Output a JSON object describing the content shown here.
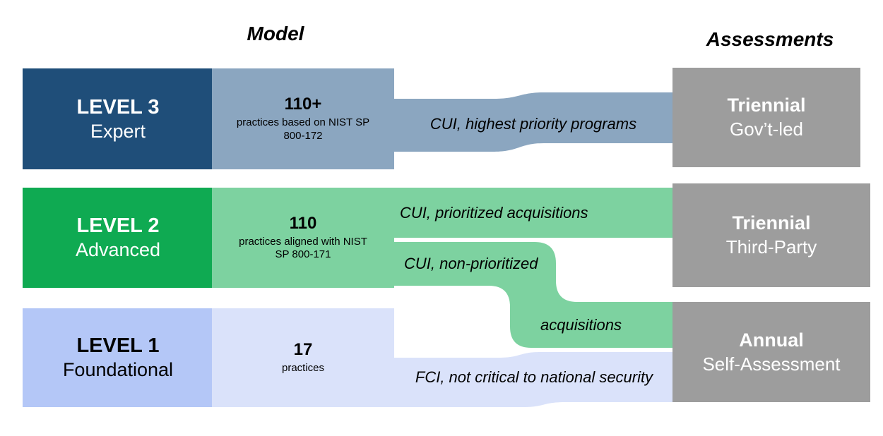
{
  "titles": {
    "model": "Model",
    "assessments": "Assessments"
  },
  "colors": {
    "dark_blue": "#1F4E79",
    "steel_blue": "#8BA6C0",
    "green": "#0FAA52",
    "light_green": "#7DD2A0",
    "periwinkle": "#B4C7F7",
    "pale_periwinkle": "#DAE2FA",
    "gray_box": "#9D9D9D",
    "white_text": "#FFFFFF",
    "black_text": "#000000"
  },
  "levels": [
    {
      "name": "LEVEL 3",
      "subtitle": "Expert",
      "practices_count": "110+",
      "practices_desc_line1": "practices based on NIST SP",
      "practices_desc_line2": "800-172",
      "assessment_name": "Triennial",
      "assessment_subtitle": "Gov’t-led"
    },
    {
      "name": "LEVEL 2",
      "subtitle": "Advanced",
      "practices_count": "110",
      "practices_desc_line1": "practices aligned with NIST",
      "practices_desc_line2": "SP 800-171",
      "assessment_name": "Triennial",
      "assessment_subtitle": "Third-Party"
    },
    {
      "name": "LEVEL 1",
      "subtitle": "Foundational",
      "practices_count": "17",
      "practices_desc_line1": "practices",
      "practices_desc_line2": "",
      "assessment_name": "Annual",
      "assessment_subtitle": "Self-Assessment"
    }
  ],
  "flows": [
    {
      "label": "CUI, highest priority programs"
    },
    {
      "label": "CUI, prioritized acquisitions"
    },
    {
      "label": "CUI, non-prioritized",
      "label2": "acquisitions"
    },
    {
      "label": "FCI, not critical to national security"
    }
  ]
}
